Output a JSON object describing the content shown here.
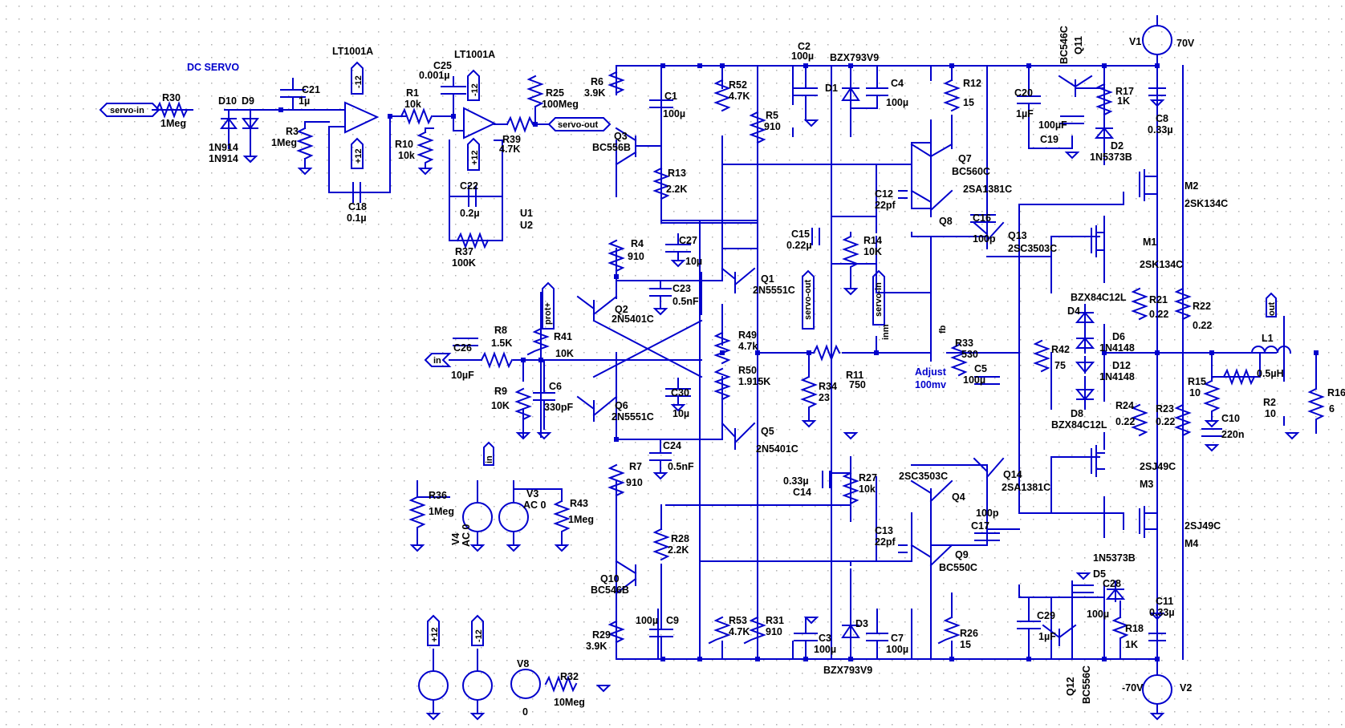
{
  "title_dc_servo": "DC SERVO",
  "opamp1": "LT1001A",
  "opamp2": "LT1001A",
  "net_labels": {
    "servo_in": "servo-in",
    "servo_out_top": "servo-out",
    "servo_out_mid": "servo-out",
    "servo_in_mid": "servo-in",
    "in_left": "in",
    "in_src": "in",
    "prot": "prot+",
    "out": "out",
    "fb": "fb",
    "inm": "inm",
    "m12_a": "-12",
    "p12_a": "+12",
    "m12_b": "-12",
    "p12_b": "+12",
    "p12_c": "+12",
    "m12_c": "-12"
  },
  "components": [
    {
      "ref": "R30",
      "val": "1Meg"
    },
    {
      "ref": "D10",
      "val": "1N914"
    },
    {
      "ref": "D9",
      "val": "1N914"
    },
    {
      "ref": "C21",
      "val": "1µ"
    },
    {
      "ref": "R3",
      "val": "1Meg"
    },
    {
      "ref": "C18",
      "val": "0.1µ"
    },
    {
      "ref": "R1",
      "val": "10k"
    },
    {
      "ref": "C25",
      "val": "0.001µ"
    },
    {
      "ref": "R10",
      "val": "10k"
    },
    {
      "ref": "C22",
      "val": "0.2µ"
    },
    {
      "ref": "R37",
      "val": "100K"
    },
    {
      "ref": "R25",
      "val": "100Meg"
    },
    {
      "ref": "R39",
      "val": "4.7K"
    },
    {
      "ref": "U1",
      "val": ""
    },
    {
      "ref": "U2",
      "val": ""
    },
    {
      "ref": "R6",
      "val": "3.9K"
    },
    {
      "ref": "C1",
      "val": "100µ"
    },
    {
      "ref": "Q3",
      "val": "BC556B"
    },
    {
      "ref": "R13",
      "val": "2.2K"
    },
    {
      "ref": "R52",
      "val": "4.7K"
    },
    {
      "ref": "R5",
      "val": "910"
    },
    {
      "ref": "C2",
      "val": "100µ"
    },
    {
      "ref": "D1",
      "val": "BZX793V9"
    },
    {
      "ref": "C4",
      "val": "100µ"
    },
    {
      "ref": "R12",
      "val": "15"
    },
    {
      "ref": "C20",
      "val": "1µF"
    },
    {
      "ref": "C19",
      "val": "100µF"
    },
    {
      "ref": "Q11",
      "val": "BC546C"
    },
    {
      "ref": "R17",
      "val": "1K"
    },
    {
      "ref": "D2",
      "val": "1N5373B"
    },
    {
      "ref": "V1",
      "val": "70V"
    },
    {
      "ref": "C8",
      "val": "0.33µ"
    },
    {
      "ref": "Q7",
      "val": "BC560C"
    },
    {
      "ref": "Q8",
      "val": "2SA1381C"
    },
    {
      "ref": "C12",
      "val": "22pf"
    },
    {
      "ref": "M2",
      "val": "2SK134C"
    },
    {
      "ref": "C16",
      "val": "100p"
    },
    {
      "ref": "Q13",
      "val": "2SC3503C"
    },
    {
      "ref": "M1",
      "val": "2SK134C"
    },
    {
      "ref": "R4",
      "val": "910"
    },
    {
      "ref": "C27",
      "val": "10µ"
    },
    {
      "ref": "C15",
      "val": "0.22µ"
    },
    {
      "ref": "R14",
      "val": "10K"
    },
    {
      "ref": "Q1",
      "val": "2N5551C"
    },
    {
      "ref": "C23",
      "val": "0.5nF"
    },
    {
      "ref": "Q2",
      "val": "2N5401C"
    },
    {
      "ref": "D4",
      "val": "BZX84C12L"
    },
    {
      "ref": "R21",
      "val": "0.22"
    },
    {
      "ref": "R22",
      "val": "0.22"
    },
    {
      "ref": "D6",
      "val": "1N4148"
    },
    {
      "ref": "R8",
      "val": "1.5K"
    },
    {
      "ref": "R41",
      "val": "10K"
    },
    {
      "ref": "C26",
      "val": "10µF"
    },
    {
      "ref": "R49",
      "val": "4.7k"
    },
    {
      "ref": "R33",
      "val": "530"
    },
    {
      "ref": "C5",
      "val": "100µ"
    },
    {
      "ref": "R11",
      "val": "750"
    },
    {
      "ref": "R42",
      "val": "75"
    },
    {
      "ref": "D12",
      "val": "1N4148"
    },
    {
      "ref": "L1",
      "val": "0.5µH"
    },
    {
      "ref": "R50",
      "val": "1.915K"
    },
    {
      "ref": "R34",
      "val": "23"
    },
    {
      "ref": "R9",
      "val": "10K"
    },
    {
      "ref": "C6",
      "val": "330pF"
    },
    {
      "ref": "C30",
      "val": "10µ"
    },
    {
      "ref": "R15",
      "val": "10"
    },
    {
      "ref": "R2",
      "val": "10"
    },
    {
      "ref": "R16",
      "val": "6"
    },
    {
      "ref": "Q6",
      "val": "2N5551C"
    },
    {
      "ref": "R24",
      "val": "0.22"
    },
    {
      "ref": "R23",
      "val": "0.22"
    },
    {
      "ref": "D8",
      "val": "BZX84C12L"
    },
    {
      "ref": "C10",
      "val": "220n"
    },
    {
      "ref": "Q5",
      "val": "2N5401C"
    },
    {
      "ref": "R7",
      "val": "910"
    },
    {
      "ref": "C24",
      "val": "0.5nF"
    },
    {
      "ref": "C14",
      "val": "0.33µ"
    },
    {
      "ref": "R27",
      "val": "10k"
    },
    {
      "ref": "Q4",
      "val": "2SC3503C"
    },
    {
      "ref": "Q14",
      "val": "2SA1381C"
    },
    {
      "ref": "M3",
      "val": "2SJ49C"
    },
    {
      "ref": "R36",
      "val": "1Meg"
    },
    {
      "ref": "V4",
      "val": "AC 0"
    },
    {
      "ref": "V3",
      "val": "AC 0"
    },
    {
      "ref": "R43",
      "val": "1Meg"
    },
    {
      "ref": "C13",
      "val": "22pf"
    },
    {
      "ref": "C17",
      "val": "100p"
    },
    {
      "ref": "M4",
      "val": "2SJ49C"
    },
    {
      "ref": "R28",
      "val": "2.2K"
    },
    {
      "ref": "Q9",
      "val": "BC550C"
    },
    {
      "ref": "D5",
      "val": "1N5373B"
    },
    {
      "ref": "C28",
      "val": "100µ"
    },
    {
      "ref": "Q10",
      "val": "BC546B"
    },
    {
      "ref": "C9",
      "val": "100µ"
    },
    {
      "ref": "R29",
      "val": "3.9K"
    },
    {
      "ref": "R53",
      "val": "4.7K"
    },
    {
      "ref": "R31",
      "val": "910"
    },
    {
      "ref": "C3",
      "val": "100µ"
    },
    {
      "ref": "D3",
      "val": "BZX793V9"
    },
    {
      "ref": "C7",
      "val": "100µ"
    },
    {
      "ref": "R26",
      "val": "15"
    },
    {
      "ref": "C29",
      "val": "1µF"
    },
    {
      "ref": "R18",
      "val": "1K"
    },
    {
      "ref": "C11",
      "val": "0.33µ"
    },
    {
      "ref": "Q12",
      "val": "BC556C"
    },
    {
      "ref": "V2",
      "val": "-70V"
    },
    {
      "ref": "V8",
      "val": "0"
    },
    {
      "ref": "R32",
      "val": "10Meg"
    }
  ],
  "adjust_note": [
    "Adjust",
    "100mv"
  ],
  "colors": {
    "wire": "#0000cc",
    "text": "#000000",
    "grid": "#b0b0b0",
    "background": "#ffffff"
  }
}
